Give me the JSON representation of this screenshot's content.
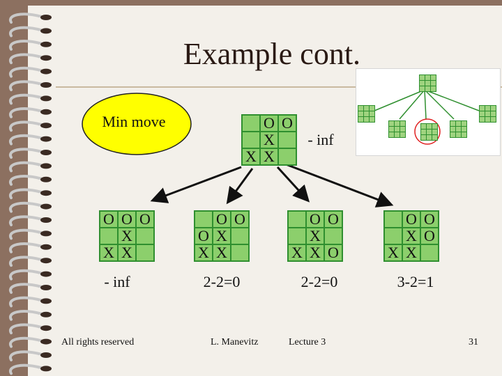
{
  "title": "Example cont.",
  "ellipse_label": "Min move",
  "root": {
    "board": [
      "",
      "O",
      "O",
      "",
      "X",
      "",
      "X",
      "X",
      ""
    ],
    "value": "- inf"
  },
  "children": [
    {
      "board": [
        "O",
        "O",
        "O",
        "",
        "X",
        "",
        "X",
        "X",
        ""
      ],
      "value": "- inf"
    },
    {
      "board": [
        "",
        "O",
        "O",
        "O",
        "X",
        "",
        "X",
        "X",
        ""
      ],
      "value": "2-2=0"
    },
    {
      "board": [
        "",
        "O",
        "O",
        "",
        "X",
        "",
        "X",
        "X",
        "O"
      ],
      "value": "2-2=0"
    },
    {
      "board": [
        "",
        "O",
        "O",
        "",
        "X",
        "O",
        "X",
        "X",
        ""
      ],
      "value": "3-2=1"
    }
  ],
  "footer": {
    "left": "All rights reserved",
    "center": "L. Manevitz",
    "lecture": "Lecture 3",
    "page": "31"
  },
  "colors": {
    "board_border": "#2f8f2f",
    "board_cell": "#8ccf6c",
    "ellipse": "#ffff00"
  }
}
